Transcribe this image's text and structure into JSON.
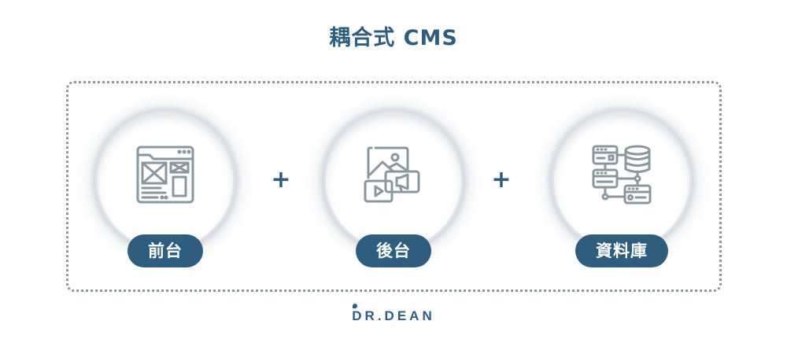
{
  "title": "耦合式 CMS",
  "components": [
    {
      "label": "前台",
      "icon": "web-layout-icon"
    },
    {
      "label": "後台",
      "icon": "media-content-icon"
    },
    {
      "label": "資料庫",
      "icon": "database-server-icon"
    }
  ],
  "operators": [
    "+",
    "+"
  ],
  "logo": {
    "text_mark": "D",
    "text_rest": "R.DEAN"
  },
  "colors": {
    "accent": "#2f5d7e",
    "icon": "#8a979f",
    "border": "#8a97a3"
  }
}
